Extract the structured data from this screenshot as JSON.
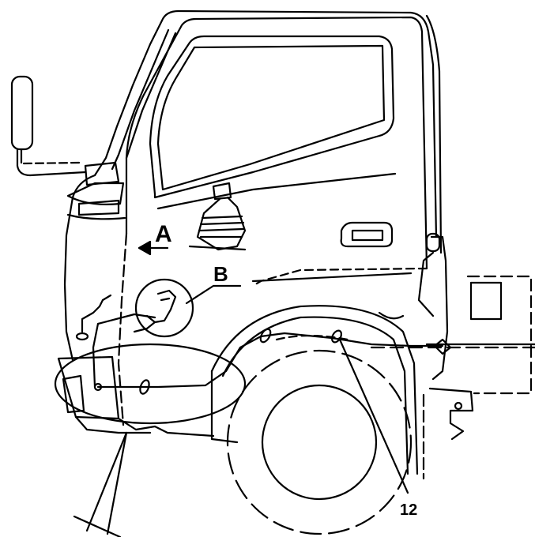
{
  "figure": {
    "callouts": {
      "a": "A",
      "b": "B",
      "part": "12"
    },
    "colors": {
      "ink": "#000000",
      "paper": "#ffffff"
    }
  }
}
